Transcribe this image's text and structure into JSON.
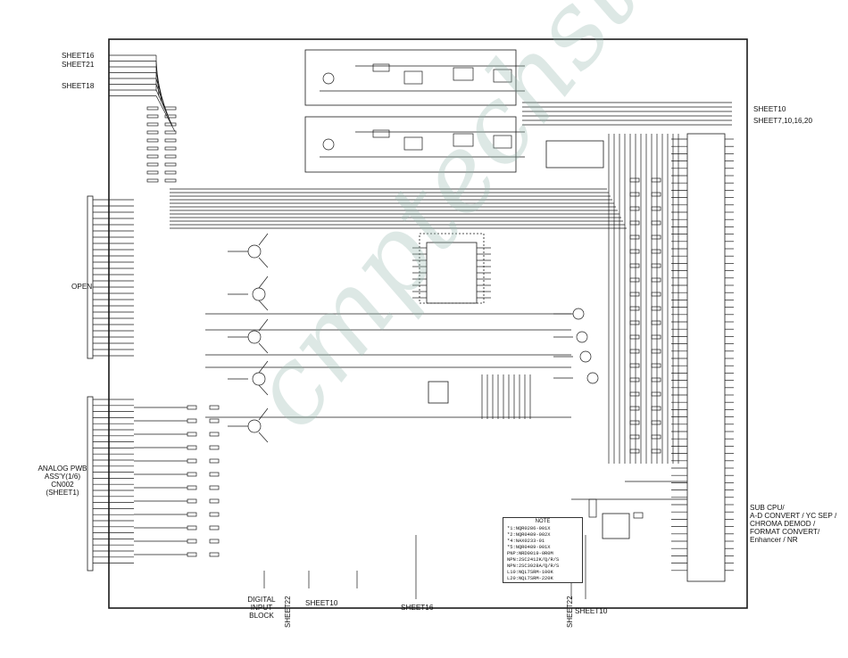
{
  "labels": {
    "sheet16_top": "SHEET16",
    "sheet21": "SHEET21",
    "sheet18": "SHEET18",
    "open": "OPEN",
    "analog_pwb_1": "ANALOG PWB",
    "analog_pwb_2": "ASS'Y(1/6)",
    "analog_pwb_3": "CN002",
    "analog_pwb_4": "(SHEET1)",
    "sheet10_right": "SHEET10",
    "sheet7_right": "SHEET7,10,16,20",
    "subcpu_1": "SUB CPU/",
    "subcpu_2": "A-D CONVERT / YC SEP /",
    "subcpu_3": "CHROMA DEMOD /",
    "subcpu_4": "FORMAT CONVERT/",
    "subcpu_5": "Enhancer / NR",
    "digital_1": "DIGITAL",
    "digital_2": "INPUT",
    "digital_3": "BLOCK",
    "sheet22_a": "SHEET22",
    "sheet10_bottom_a": "SHEET10",
    "sheet16_bottom": "SHEET16",
    "sheet22_b": "SHEET22",
    "sheet10_bottom_b": "SHEET10"
  },
  "note": {
    "title": "NOTE",
    "lines": [
      "*1:NQR0286-001X",
      "*2:NQR0489-002X",
      "*4:NAX0233-01",
      "*5:NQR0489-001X",
      "PNP:NRD0019-0R0M",
      "NPN:2SC2412K/Q/R/S",
      "NPN:2SC3928A/Q/R/S",
      "L10:NQL7SRM-100K",
      "L20:NQL7SRM-220K"
    ]
  },
  "watermark": "cmptechstone"
}
